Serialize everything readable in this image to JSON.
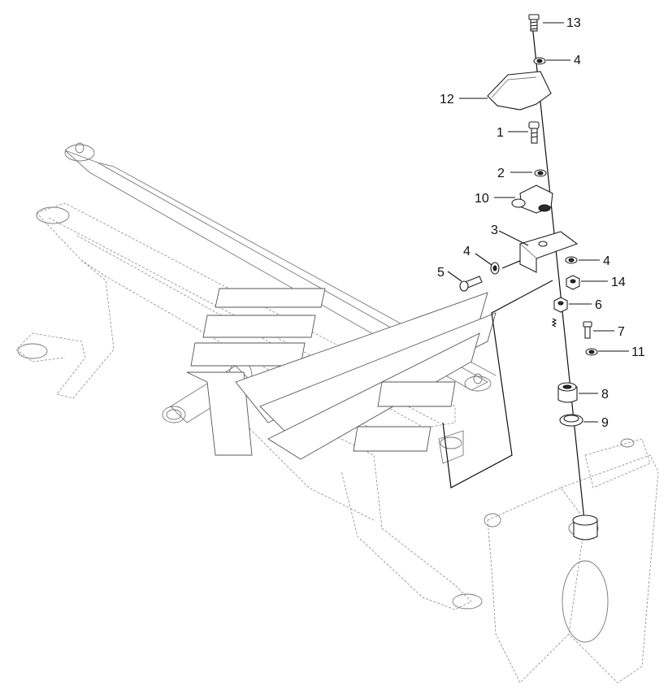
{
  "callouts": [
    {
      "id": "13",
      "label": "13"
    },
    {
      "id": "4a",
      "label": "4"
    },
    {
      "id": "12",
      "label": "12"
    },
    {
      "id": "1",
      "label": "1"
    },
    {
      "id": "2",
      "label": "2"
    },
    {
      "id": "10",
      "label": "10"
    },
    {
      "id": "3",
      "label": "3"
    },
    {
      "id": "4b",
      "label": "4"
    },
    {
      "id": "4c",
      "label": "4"
    },
    {
      "id": "5",
      "label": "5"
    },
    {
      "id": "14",
      "label": "14"
    },
    {
      "id": "6",
      "label": "6"
    },
    {
      "id": "7",
      "label": "7"
    },
    {
      "id": "11",
      "label": "11"
    },
    {
      "id": "8",
      "label": "8"
    },
    {
      "id": "9",
      "label": "9"
    }
  ]
}
